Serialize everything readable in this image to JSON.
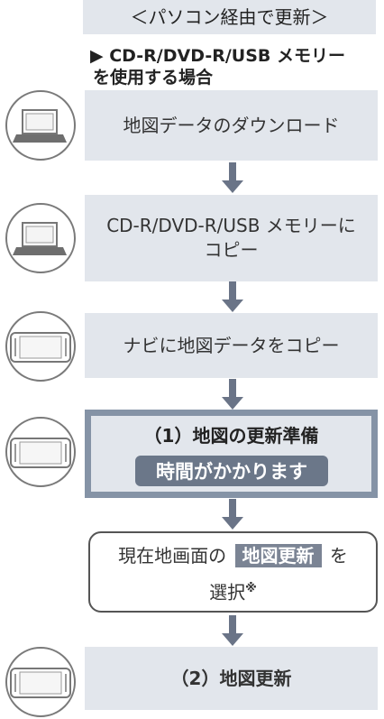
{
  "header": {
    "title": "＜パソコン経由で更新＞",
    "subhead_line1": "▶ CD-R/DVD-R/USB メモリー",
    "subhead_line2": "を使用する場合"
  },
  "steps": {
    "download": "地図データのダウンロード",
    "copy_media_line1": "CD-R/DVD-R/USB メモリーに",
    "copy_media_line2": "コピー",
    "copy_navi": "ナビに地図データをコピー",
    "prepare": "（1）地図の更新準備",
    "prepare_note": "時間がかかります",
    "select_pre": "現在地画面の",
    "select_button": "地図更新",
    "select_post": "を",
    "select_line2": "選択",
    "select_ref": "※",
    "update": "（2）地図更新"
  },
  "colors": {
    "box_fill": "#e2e6ec",
    "arrow": "#6a7487",
    "highlight_border": "#8593a6",
    "pill": "#6b7789",
    "chip": "#7b8494"
  },
  "icons": [
    "laptop-icon",
    "laptop-icon",
    "navi-unit-icon",
    "navi-unit-icon",
    "navi-unit-icon"
  ]
}
